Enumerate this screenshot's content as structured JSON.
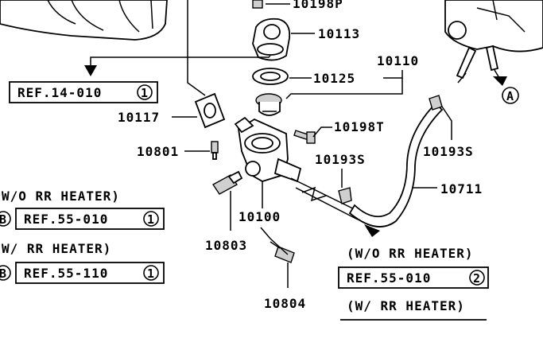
{
  "parts": {
    "p10198P": "10198P",
    "p10113": "10113",
    "p10110": "10110",
    "p10125": "10125",
    "p10117": "10117",
    "p10198T": "10198T",
    "p10801": "10801",
    "p10193S_a": "10193S",
    "p10193S_b": "10193S",
    "p10711": "10711",
    "p10100": "10100",
    "p10803": "10803",
    "p10804": "10804"
  },
  "refs": {
    "ref14": {
      "text": "REF.14-010",
      "num": "1"
    },
    "ref55_left": {
      "text": "REF.55-010",
      "num": "1"
    },
    "ref55_110": {
      "text": "REF.55-110",
      "num": "1"
    },
    "ref55_right": {
      "text": "REF.55-010",
      "num": "2"
    }
  },
  "notes": {
    "wo_rr_left": "W/O RR HEATER)",
    "w_rr_left": "W/ RR HEATER)",
    "wo_rr_right": "(W/O RR HEATER)",
    "w_rr_right": "(W/ RR HEATER)",
    "marker_a": "A",
    "marker_b_1": "B",
    "marker_b_2": "B"
  }
}
